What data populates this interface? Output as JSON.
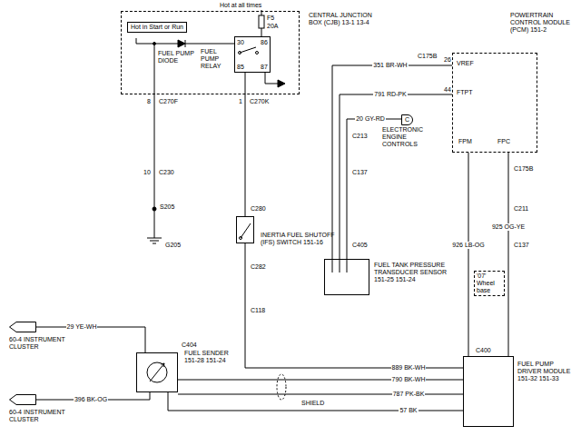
{
  "diagram": {
    "nodes": [
      {
        "text": [
          "CENTRAL JUNCTION BOX (CJB) 13-1 13-4"
        ]
      },
      {
        "text": [
          "Hot in Start or Run"
        ],
        "in": 0
      },
      {
        "text": [
          "FUEL PUMP RELAY"
        ],
        "in": 0
      },
      {
        "text": [
          "POWERTRAIN CONTROL MODULE (PCM) 151-2"
        ]
      },
      {
        "text": [
          "C",
          "ELECTRONIC ENGINE CONTROLS"
        ]
      },
      {
        "text": [
          "FUEL TANK PRESSURE TRANSDUCER SENSOR 151-25 151-24"
        ]
      },
      {
        "text": [
          "INERTIA FUEL SHUTOFF (IFS) SWITCH 151-16"
        ]
      },
      {
        "text": [
          "FUEL SENDER 151-28 151-24"
        ]
      },
      {
        "text": [
          "FUEL PUMP DRIVER MODULE 151-32 151-33"
        ]
      },
      {
        "text": [
          "60-4 INSTRUMENT CLUSTER"
        ]
      },
      {
        "text": [
          "60-4 INSTRUMENT CLUSTER"
        ]
      },
      {
        "text": [
          "'07' Wheel base"
        ]
      }
    ],
    "edges": [
      {
        "from": 2,
        "to": 6,
        "arrow": "none"
      },
      {
        "from": 6,
        "to": 8,
        "label": "889 BK-WH",
        "arrow": "none"
      },
      {
        "from": 3,
        "to": 8,
        "label": "926 LB-OG",
        "arrow": "none"
      },
      {
        "from": 3,
        "to": 8,
        "label": "925 OG-YE",
        "arrow": "none"
      },
      {
        "from": 3,
        "to": 5,
        "label": "351 BR-WH",
        "arrow": "none"
      },
      {
        "from": 3,
        "to": 5,
        "label": "791 RD-PK",
        "arrow": "none"
      },
      {
        "from": 4,
        "to": 5,
        "label": "20 GY-RD",
        "arrow": "none"
      },
      {
        "from": 7,
        "to": 8,
        "label": "790 BK-WH",
        "arrow": "none"
      },
      {
        "from": 7,
        "to": 8,
        "label": "787 PK-BK",
        "arrow": "none"
      },
      {
        "from": 7,
        "to": 8,
        "label": "57 BK",
        "arrow": "none"
      },
      {
        "from": 9,
        "to": 7,
        "label": "29 YE-WH",
        "arrow": "none"
      },
      {
        "from": 10,
        "to": 7,
        "label": "396 BK-OG",
        "arrow": "none"
      }
    ],
    "labels": [
      "Hot at all times",
      "F5",
      "20A",
      "FUEL PUMP DIODE",
      "30",
      "86",
      "85",
      "87",
      "8",
      "C270F",
      "1",
      "C270K",
      "10",
      "C230",
      "S205",
      "G205",
      "C280",
      "C282",
      "C118",
      "C175B",
      "26",
      "44",
      "VREF",
      "FTPT",
      "FPM",
      "FPC",
      "C213",
      "C137",
      "C405",
      "C175B",
      "C211",
      "C137",
      "C400",
      "C404",
      "SHIELD"
    ]
  }
}
